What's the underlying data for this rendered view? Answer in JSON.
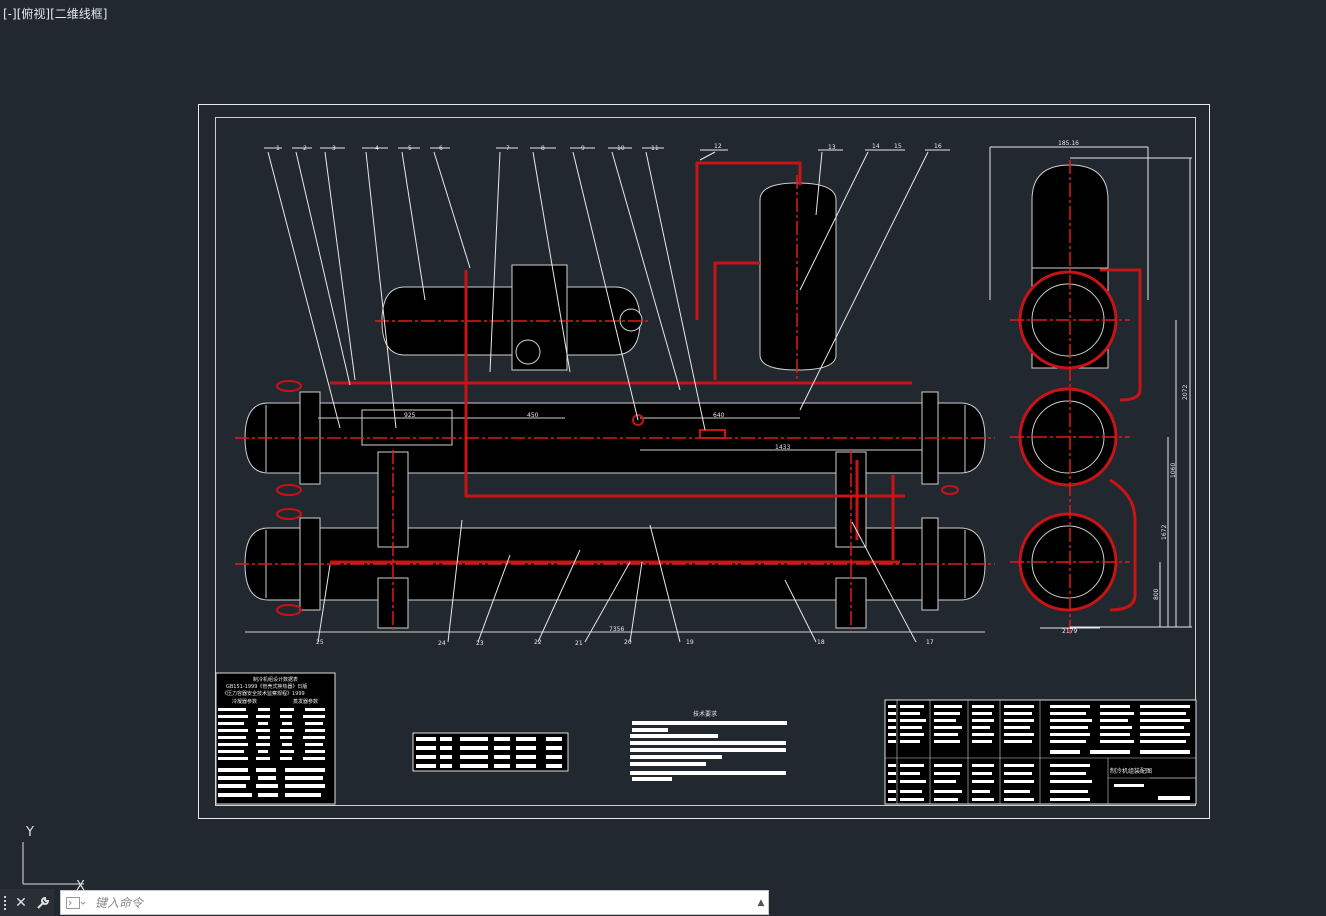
{
  "viewport": {
    "minus": "[-]",
    "view": "[俯视]",
    "style": "[二维线框]"
  },
  "colors": {
    "background": "#212830",
    "line": "#ffffff",
    "pipe": "#c81414",
    "centerline": "#e01a1a",
    "body": "#000000"
  },
  "balloons": [
    "1",
    "2",
    "3",
    "4",
    "5",
    "6",
    "7",
    "8",
    "9",
    "10",
    "11",
    "12",
    "13",
    "14",
    "15",
    "16",
    "17",
    "18",
    "19",
    "20",
    "21",
    "22",
    "23",
    "24",
    "25"
  ],
  "dimensions": {
    "d925": "925",
    "d450": "450",
    "d640": "640",
    "d1433": "1433",
    "d7356": "7356",
    "d185": "185.16",
    "d2072": "2072",
    "d1060": "1060",
    "d1672": "1672",
    "d800": "800",
    "d2179": "2179"
  },
  "notes": {
    "table_title": "制冷机组设计数据表",
    "std_line1": "GB151-1999《管壳式换热器》日版",
    "std_line2": "《压力容器安全技术监察规程》1999",
    "col_cond": "冷凝器参数",
    "col_evap": "蒸发器参数",
    "tech_title": "技术要求",
    "title_block_name": "制冷机组装配图"
  },
  "ucs": {
    "y": "Y",
    "x": "X"
  },
  "command": {
    "placeholder": "键入命令",
    "close_label": "✕",
    "settings_label": "🔧"
  }
}
